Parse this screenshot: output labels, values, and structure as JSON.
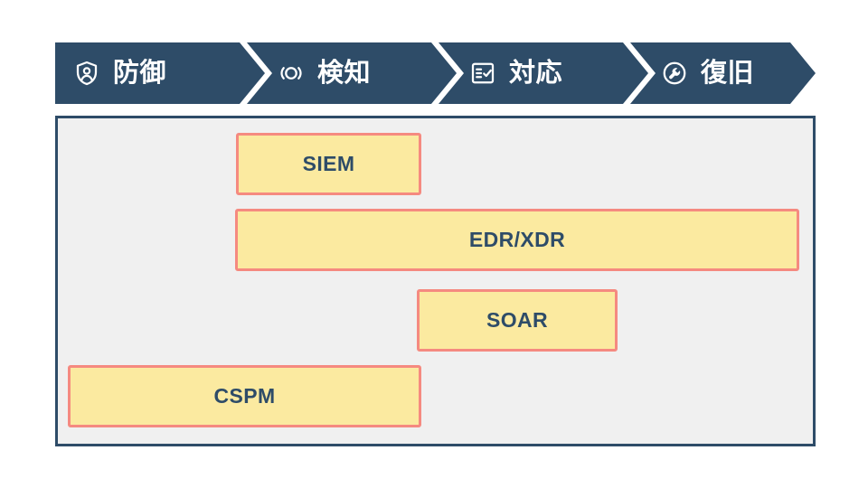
{
  "diagram": {
    "background_color": "#ffffff",
    "phase_band": {
      "band_color": "#2e4c68",
      "text_color": "#ffffff",
      "phases": [
        {
          "label": "防御",
          "icon": "shield-user-icon"
        },
        {
          "label": "検知",
          "icon": "radar-signal-icon"
        },
        {
          "label": "対応",
          "icon": "checklist-icon"
        },
        {
          "label": "復旧",
          "icon": "wrench-circle-icon"
        }
      ]
    },
    "coverage_panel": {
      "border_color": "#2e4c68",
      "fill_color": "#f0f0f0",
      "bar_fill_color": "#fbeaa0",
      "bar_border_color": "#f58a80",
      "bar_text_color": "#2e4c68",
      "bars": [
        {
          "label": "SIEM"
        },
        {
          "label": "EDR/XDR"
        },
        {
          "label": "SOAR"
        },
        {
          "label": "CSPM"
        }
      ]
    }
  }
}
